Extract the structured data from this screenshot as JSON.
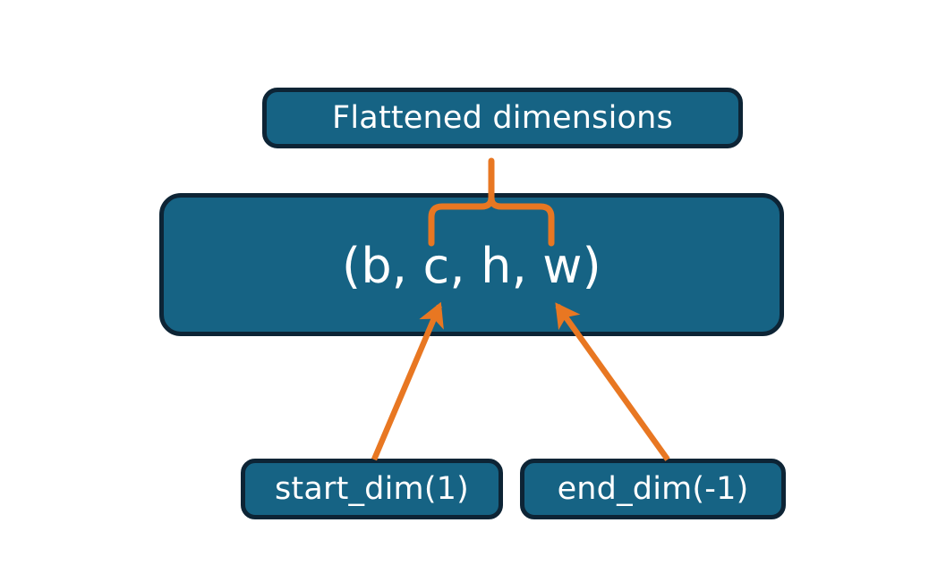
{
  "diagram": {
    "title_node": {
      "label": "Flattened dimensions"
    },
    "shape_node": {
      "label": "(b, c, h, w)"
    },
    "start_node": {
      "label": "start_dim(1)"
    },
    "end_node": {
      "label": "end_dim(-1)"
    },
    "annotations": {
      "brace_name": "flattened-range-brace",
      "arrow_start_name": "start-dim-arrow",
      "arrow_end_name": "end-dim-arrow"
    },
    "colors": {
      "node_fill": "#166384",
      "node_border": "#0d2435",
      "node_text": "#ffffff",
      "accent": "#e87722",
      "background": "#ffffff"
    }
  }
}
